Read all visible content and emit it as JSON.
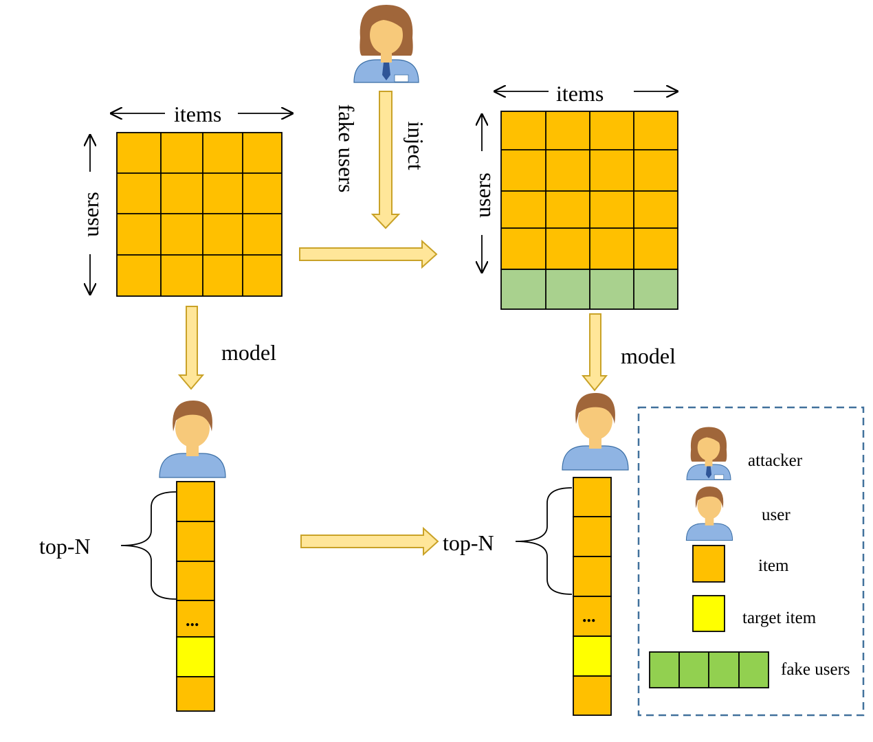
{
  "labels": {
    "items_left": "items",
    "users_left": "users",
    "items_right": "items",
    "users_right": "users",
    "fake_users_vertical": "fake users",
    "inject": "inject",
    "model_left": "model",
    "model_right": "model",
    "topn_left": "top-N",
    "topn_right": "top-N",
    "dots_left": "...",
    "dots_right": "..."
  },
  "legend": {
    "attacker": "attacker",
    "user": "user",
    "item": "item",
    "target_item": "target item",
    "fake_users": "fake users"
  },
  "colors": {
    "item": "#FFC000",
    "target_item": "#FFFF00",
    "fake_user_row": "#A9D18E",
    "legend_fake_user": "#92D050",
    "arrow_fill": "#FFE699",
    "arrow_stroke": "#C9A227",
    "legend_border": "#41719C",
    "user_shirt": "#8FB4E3",
    "skin": "#F7C97A",
    "hair": "#A0663A"
  },
  "icons": [
    "attacker-icon",
    "user-icon",
    "arrow-icon",
    "brace-icon"
  ]
}
